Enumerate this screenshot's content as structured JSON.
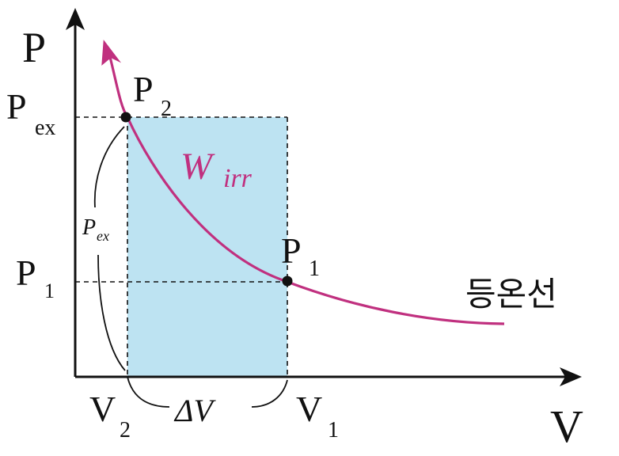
{
  "axes": {
    "y_label": "P",
    "x_label": "V"
  },
  "labels": {
    "p_ex_base": "P",
    "p_ex_sub": "ex",
    "p1_axis_base": "P",
    "p1_axis_sub": "1",
    "p2_point_base": "P",
    "p2_point_sub": "2",
    "p1_point_base": "P",
    "p1_point_sub": "1",
    "v2_base": "V",
    "v2_sub": "2",
    "v1_base": "V",
    "v1_sub": "1",
    "delta_v": "ΔV",
    "work_base": "W",
    "work_sub": "irr",
    "height_base": "P",
    "height_sub": "ex",
    "isotherm": "등온선"
  },
  "colors": {
    "curve": "#c0307f",
    "work_region": "#bde3f2",
    "axis": "#111111",
    "work_label": "#c0307f"
  }
}
